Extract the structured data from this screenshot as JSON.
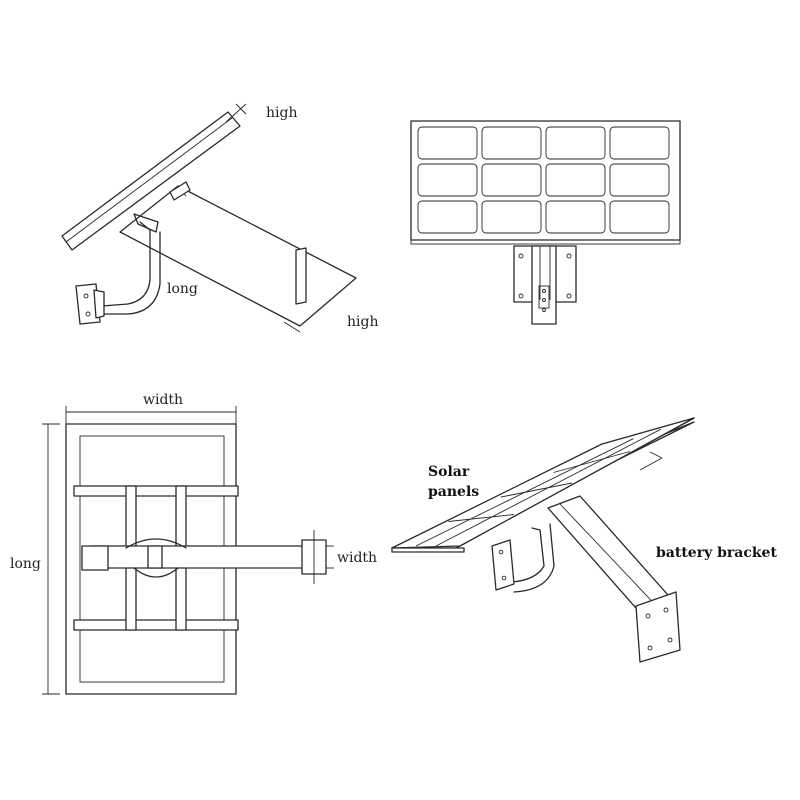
{
  "labels": {
    "side_high_top": "high",
    "side_long": "long",
    "side_high_bottom": "high",
    "top_width": "width",
    "left_long": "long",
    "arm_width": "width",
    "solar_line1": "Solar",
    "solar_line2": "panels",
    "battery_bracket": "battery bracket"
  },
  "colors": {
    "stroke": "#2a2a2a",
    "background": "#ffffff"
  }
}
